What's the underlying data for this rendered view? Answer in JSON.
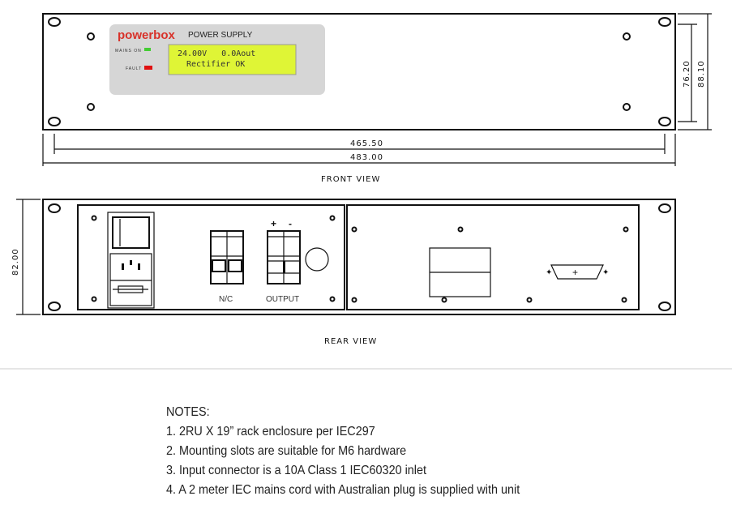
{
  "front": {
    "brand": "powerbox",
    "product": "POWER SUPPLY",
    "mains_on_label": "MAINS ON",
    "fault_label": "FAULT",
    "lcd_line1": "24.00V   0.0Aout",
    "lcd_line2": "Rectifier OK",
    "view_label": "FRONT VIEW",
    "dim_inner_width": "465.50",
    "dim_outer_width": "483.00",
    "dim_inner_height": "76.20",
    "dim_outer_height": "88.10"
  },
  "rear": {
    "view_label": "REAR VIEW",
    "dim_height": "82.00",
    "nc_label": "N/C",
    "output_label": "OUTPUT",
    "plus": "+",
    "minus": "-",
    "dsub_plus": "+"
  },
  "notes": {
    "title": "NOTES:",
    "items": [
      "1. 2RU X 19” rack enclosure per IEC297",
      "2. Mounting slots are suitable for M6 hardware",
      "3. Input connector is a 10A Class 1 IEC60320 inlet",
      "4. A 2 meter IEC mains cord with Australian plug is supplied with unit"
    ]
  },
  "colors": {
    "brand": "#d8322a",
    "lcd": "#dff536",
    "led_green": "#44cc33",
    "led_red": "#e01010",
    "panel": "#d6d6d6"
  }
}
